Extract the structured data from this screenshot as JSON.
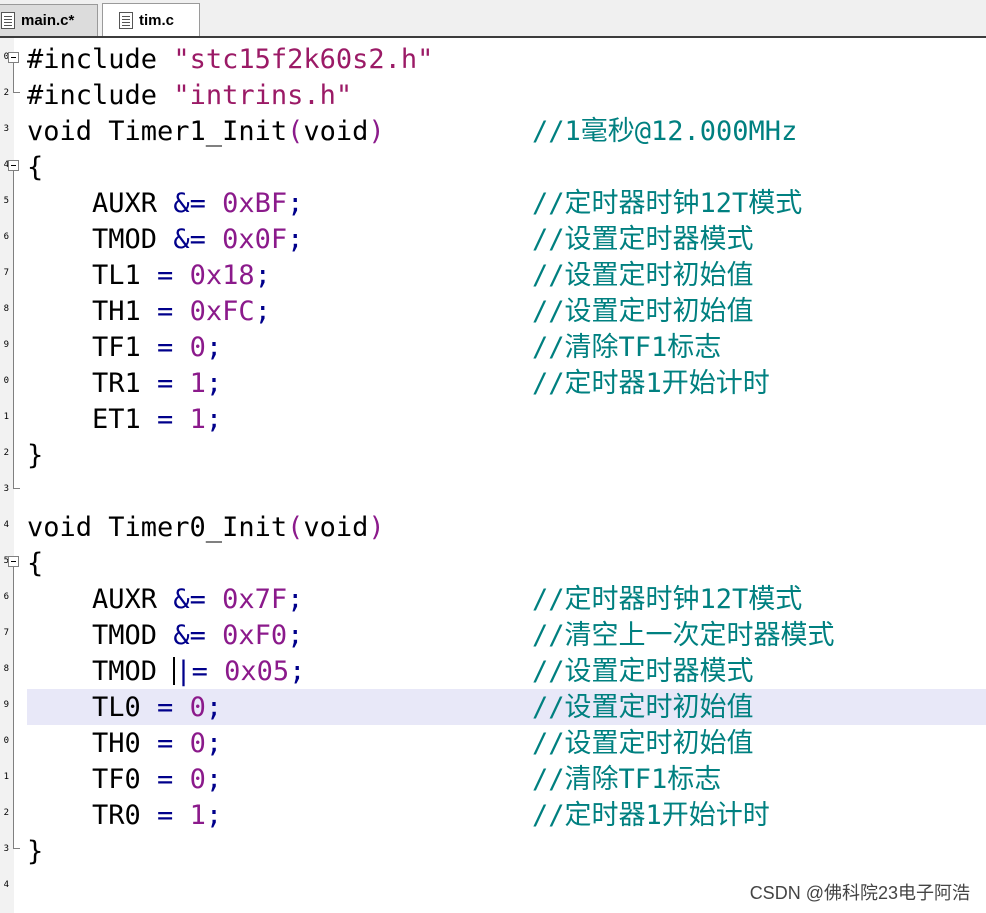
{
  "tabs": [
    {
      "label": "main.c*",
      "active": false
    },
    {
      "label": "tim.c",
      "active": true
    }
  ],
  "line_number_digits": [
    "0",
    "2",
    "3",
    "4",
    "5",
    "6",
    "7",
    "8",
    "9",
    "0",
    "1",
    "2",
    "3",
    "4",
    "5",
    "6",
    "7",
    "8",
    "9",
    "0",
    "1",
    "2",
    "3",
    "4"
  ],
  "code_lines": [
    {
      "code": "#include \"stc15f2k60s2.h\"",
      "comment": ""
    },
    {
      "code": "#include \"intrins.h\"",
      "comment": ""
    },
    {
      "code": "void Timer1_Init(void)",
      "comment": "//1毫秒@12.000MHz"
    },
    {
      "code": "{",
      "comment": ""
    },
    {
      "code": "    AUXR &= 0xBF;",
      "comment": "//定时器时钟12T模式"
    },
    {
      "code": "    TMOD &= 0x0F;",
      "comment": "//设置定时器模式"
    },
    {
      "code": "    TL1 = 0x18;",
      "comment": "//设置定时初始值"
    },
    {
      "code": "    TH1 = 0xFC;",
      "comment": "//设置定时初始值"
    },
    {
      "code": "    TF1 = 0;",
      "comment": "//清除TF1标志"
    },
    {
      "code": "    TR1 = 1;",
      "comment": "//定时器1开始计时"
    },
    {
      "code": "    ET1 = 1;",
      "comment": ""
    },
    {
      "code": "}",
      "comment": ""
    },
    {
      "code": "",
      "comment": ""
    },
    {
      "code": "void Timer0_Init(void)",
      "comment": ""
    },
    {
      "code": "{",
      "comment": ""
    },
    {
      "code": "    AUXR &= 0x7F;",
      "comment": "//定时器时钟12T模式"
    },
    {
      "code": "    TMOD &= 0xF0;",
      "comment": "//清空上一次定时器模式"
    },
    {
      "code": "    TMOD |= 0x05;",
      "comment": "//设置定时器模式"
    },
    {
      "code": "    TL0 = 0;",
      "comment": "//设置定时初始值"
    },
    {
      "code": "    TH0 = 0;",
      "comment": "//设置定时初始值"
    },
    {
      "code": "    TF0 = 0;",
      "comment": "//清除TF1标志"
    },
    {
      "code": "    TR0 = 1;",
      "comment": "//定时器1开始计时"
    },
    {
      "code": "}",
      "comment": ""
    },
    {
      "code": "",
      "comment": ""
    }
  ],
  "highlighted_line": 18,
  "watermark": "CSDN @佛科院23电子阿浩",
  "colors": {
    "string": "#9b1a66",
    "number": "#8b1a8b",
    "operator": "#00008b",
    "comment": "#008080",
    "highlight": "#e8e8f8"
  }
}
